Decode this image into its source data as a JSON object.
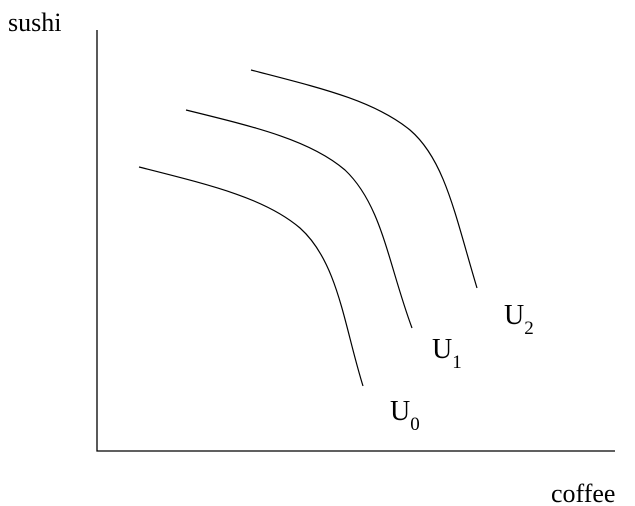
{
  "axes": {
    "y_label": "sushi",
    "x_label": "coffee"
  },
  "curves": [
    {
      "id": "u0",
      "letter": "U",
      "subscript": "0"
    },
    {
      "id": "u1",
      "letter": "U",
      "subscript": "1"
    },
    {
      "id": "u2",
      "letter": "U",
      "subscript": "2"
    }
  ]
}
